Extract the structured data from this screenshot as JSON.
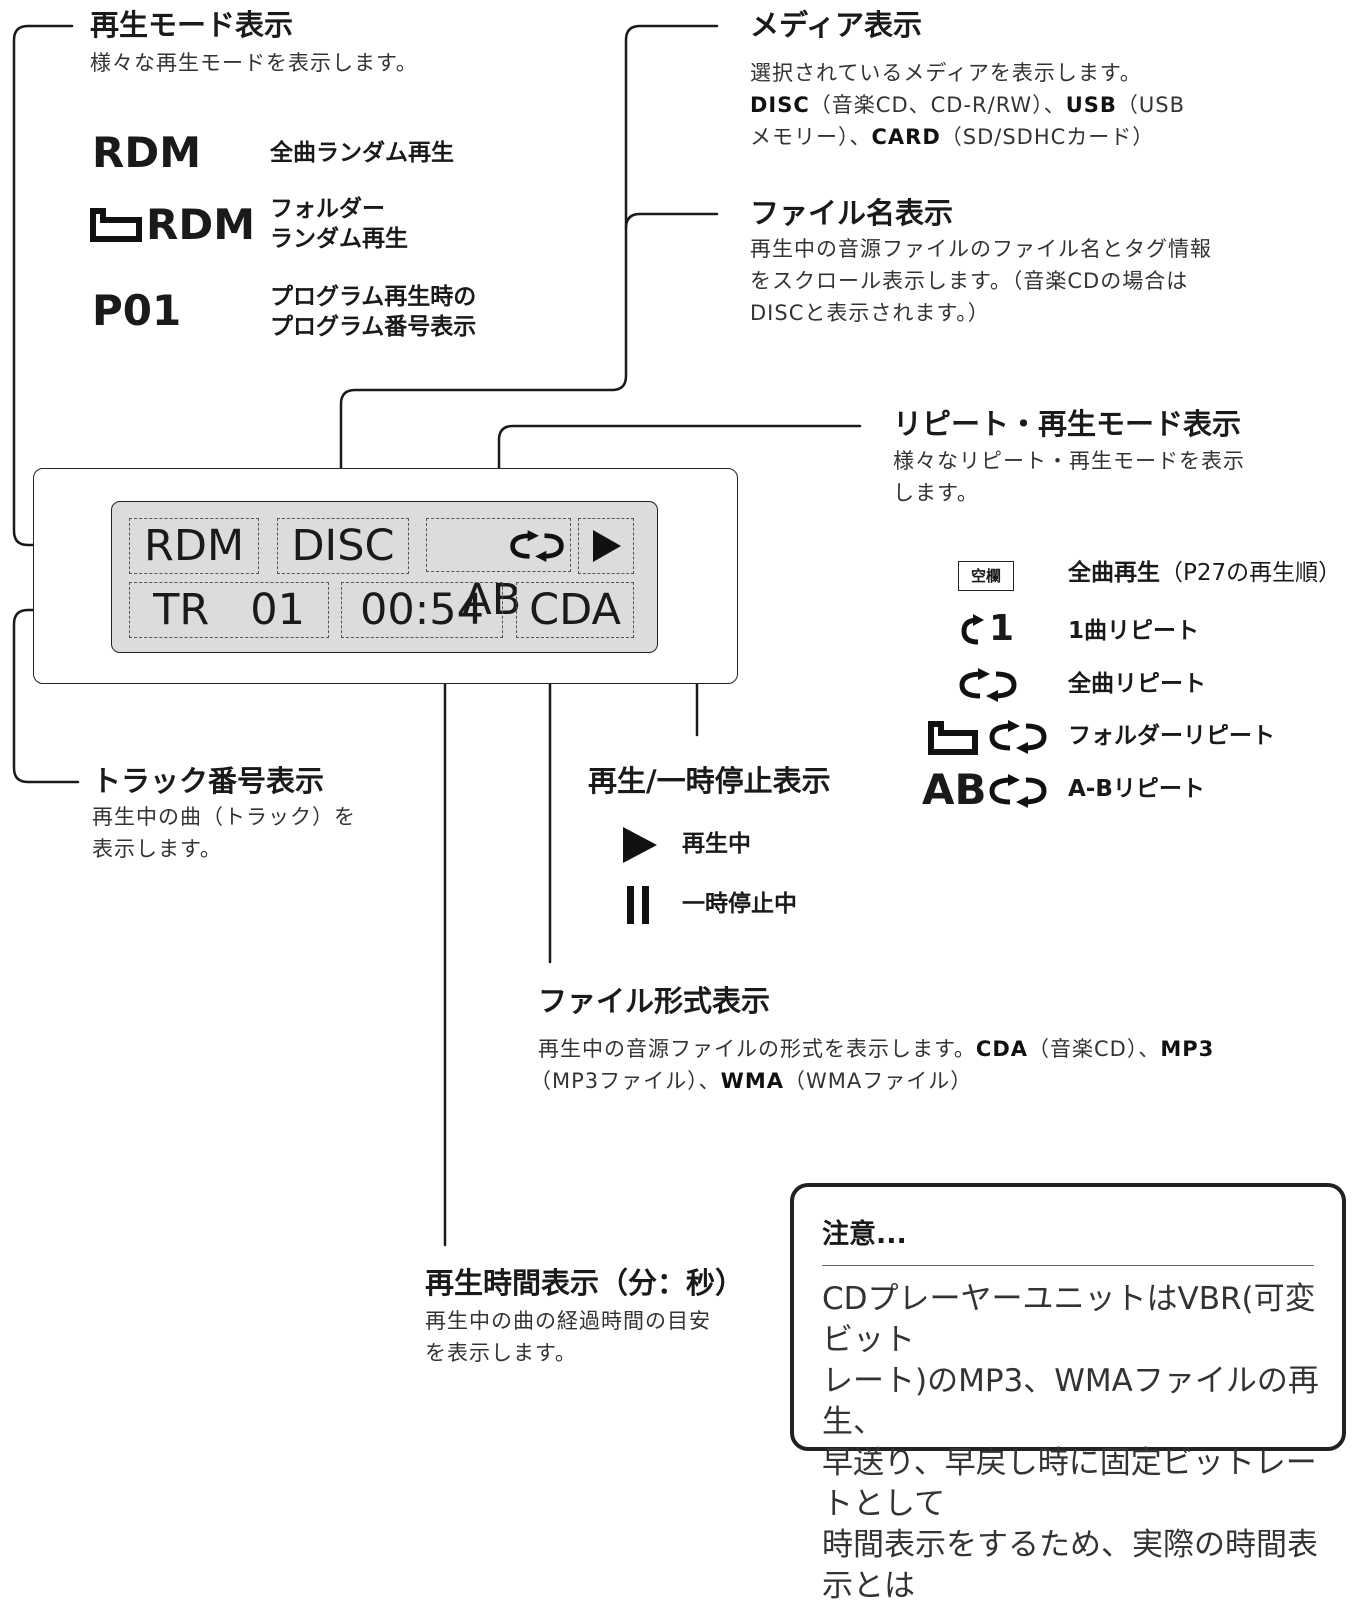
{
  "play_mode": {
    "title": "再生モード表示",
    "desc": "様々な再生モードを表示します。",
    "items": [
      {
        "code": "RDM",
        "label": "全曲ランダム再生"
      },
      {
        "code": "RDM",
        "label_1": "フォルダー",
        "label_2": "ランダム再生",
        "icon": "folder-icon"
      },
      {
        "code": "P01",
        "label_1": "プログラム再生時の",
        "label_2": "プログラム番号表示"
      }
    ]
  },
  "media": {
    "title": "メディア表示",
    "l1": "選択されているメディアを表示します。",
    "disc": "DISC",
    "disc_desc": "（音楽CD、CD-R/RW）、",
    "usb": "USB",
    "usb_desc": "（USB",
    "l3": "メモリー）、",
    "card": "CARD",
    "card_desc": "（SD/SDHCカード）"
  },
  "filename": {
    "title": "ファイル名表示",
    "l1": "再生中の音源ファイルのファイル名とタグ情報",
    "l2": "をスクロール表示します。（音楽CDの場合は",
    "l3": "DISCと表示されます。）"
  },
  "repeat": {
    "title": "リピート・再生モード表示",
    "l1": "様々なリピート・再生モードを表示",
    "l2": "します。",
    "blank_badge": "空欄",
    "items": [
      {
        "symbol": "",
        "label": "全曲再生",
        "note": "（P27の再生順）"
      },
      {
        "symbol": "1",
        "label": "1曲リピート",
        "icon": "repeat-one-icon"
      },
      {
        "symbol": "",
        "label": "全曲リピート",
        "icon": "repeat-all-icon"
      },
      {
        "symbol": "",
        "label": "フォルダーリピート",
        "icon": "folder-repeat-icon"
      },
      {
        "symbol": "AB",
        "label": "A-Bリピート",
        "icon": "ab-repeat-icon"
      }
    ]
  },
  "lcd": {
    "row1": [
      "RDM",
      "DISC",
      "AB"
    ],
    "row2": [
      "TR   01",
      "00:54",
      "CDA"
    ]
  },
  "track": {
    "title": "トラック番号表示",
    "l1": "再生中の曲（トラック）を",
    "l2": "表示します。"
  },
  "playpause": {
    "title": "再生/一時停止表示",
    "playing": "再生中",
    "paused": "一時停止中"
  },
  "filetype": {
    "title": "ファイル形式表示",
    "l1_pre": "再生中の音源ファイルの形式を表示します。",
    "cda": "CDA",
    "cda_desc": "（音楽CD）、",
    "mp3": "MP3",
    "l2_pre": "（MP3ファイル）、",
    "wma": "WMA",
    "wma_desc": "（WMAファイル）"
  },
  "time": {
    "title": "再生時間表示（分：秒）",
    "l1": "再生中の曲の経過時間の目安",
    "l2": "を表示します。"
  },
  "note": {
    "title": "注意...",
    "lines": [
      "CDプレーヤーユニットはVBR(可変ビット",
      "レート)のMP3、WMAファイルの再生、",
      "早送り、早戻し時に固定ビットレートとして",
      "時間表示をするため、実際の時間表示とは"
    ]
  }
}
